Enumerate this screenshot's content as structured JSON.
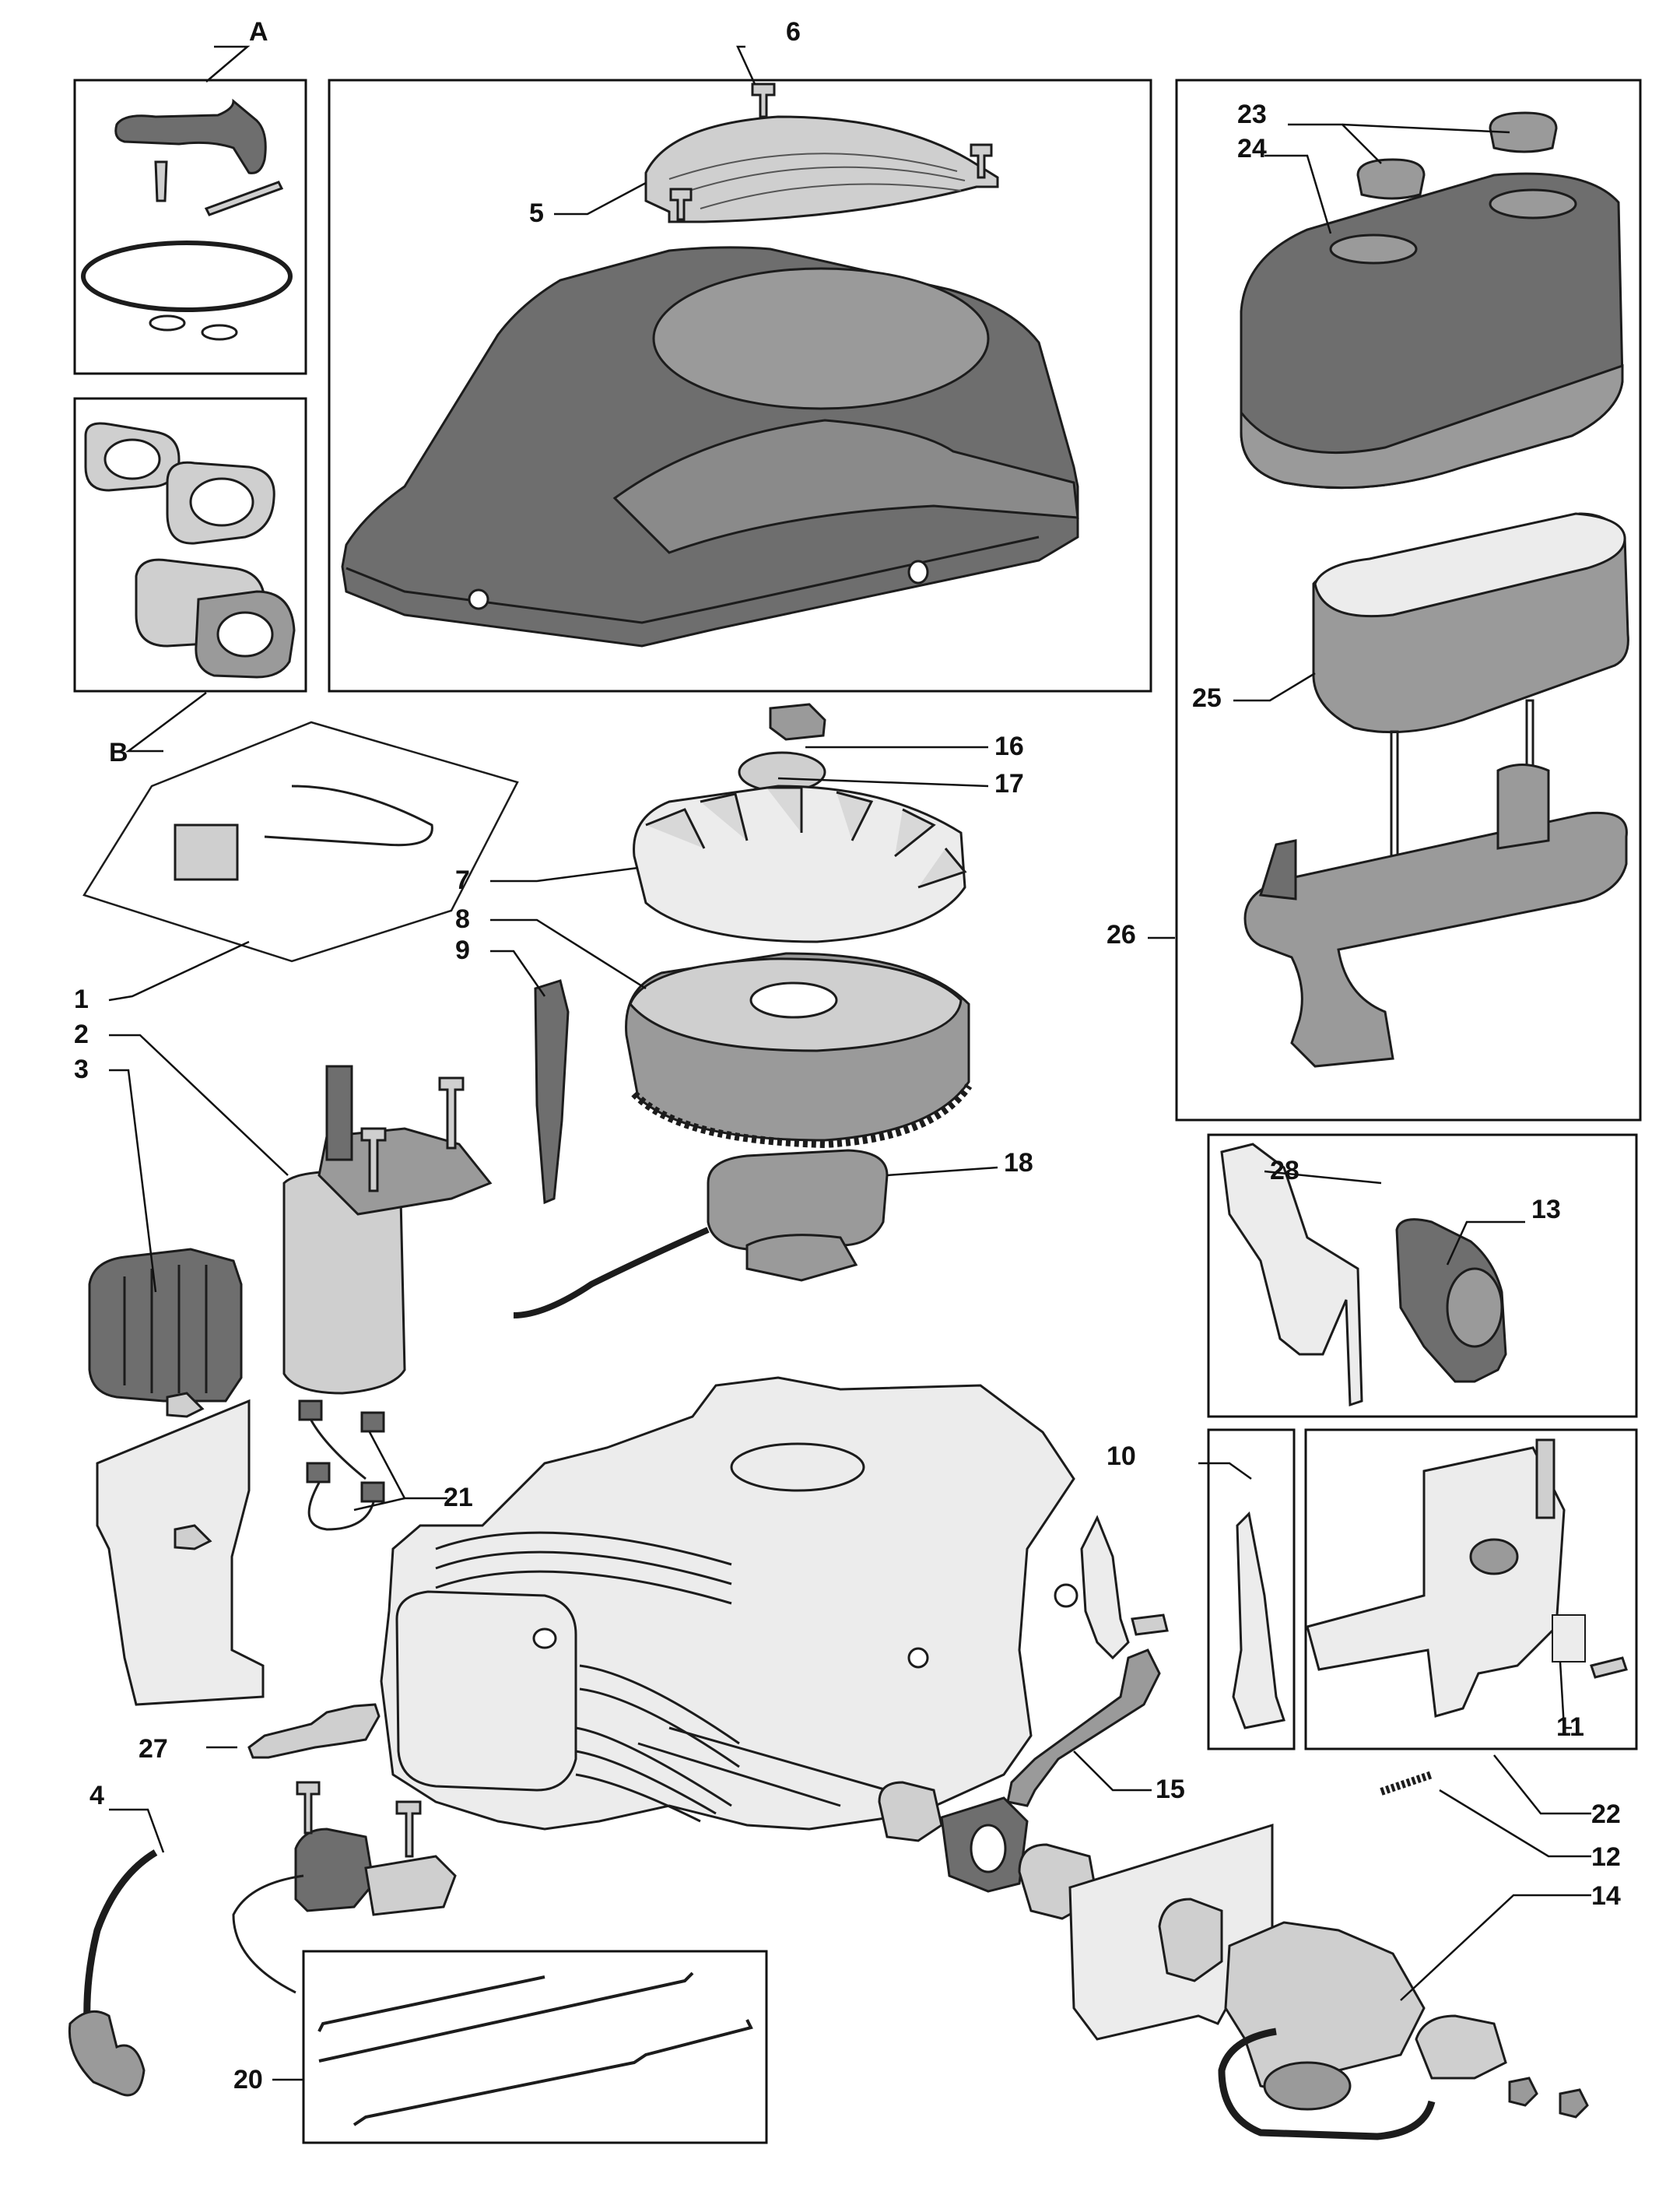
{
  "callouts": {
    "A": "A",
    "B": "B",
    "c1": "1",
    "c2": "2",
    "c3": "3",
    "c4": "4",
    "c5": "5",
    "c6": "6",
    "c7": "7",
    "c8": "8",
    "c9": "9",
    "c10": "10",
    "c11": "11",
    "c12": "12",
    "c13": "13",
    "c14": "14",
    "c15": "15",
    "c16": "16",
    "c17": "17",
    "c18": "18",
    "c20": "20",
    "c21": "21",
    "c22": "22",
    "c23": "23",
    "c24": "24",
    "c25": "25",
    "c26": "26",
    "c27": "27",
    "c28": "28"
  },
  "icons": {
    "blower_housing": "blower-housing-icon",
    "air_filter": "air-filter-assembly-icon",
    "flywheel": "flywheel-icon",
    "engine_block": "engine-block-icon",
    "carburetor": "carburetor-icon"
  },
  "colors": {
    "line": "#111111",
    "part_dark": "#6e6e6e",
    "part_light": "#cfcfcf",
    "background": "#ffffff"
  }
}
